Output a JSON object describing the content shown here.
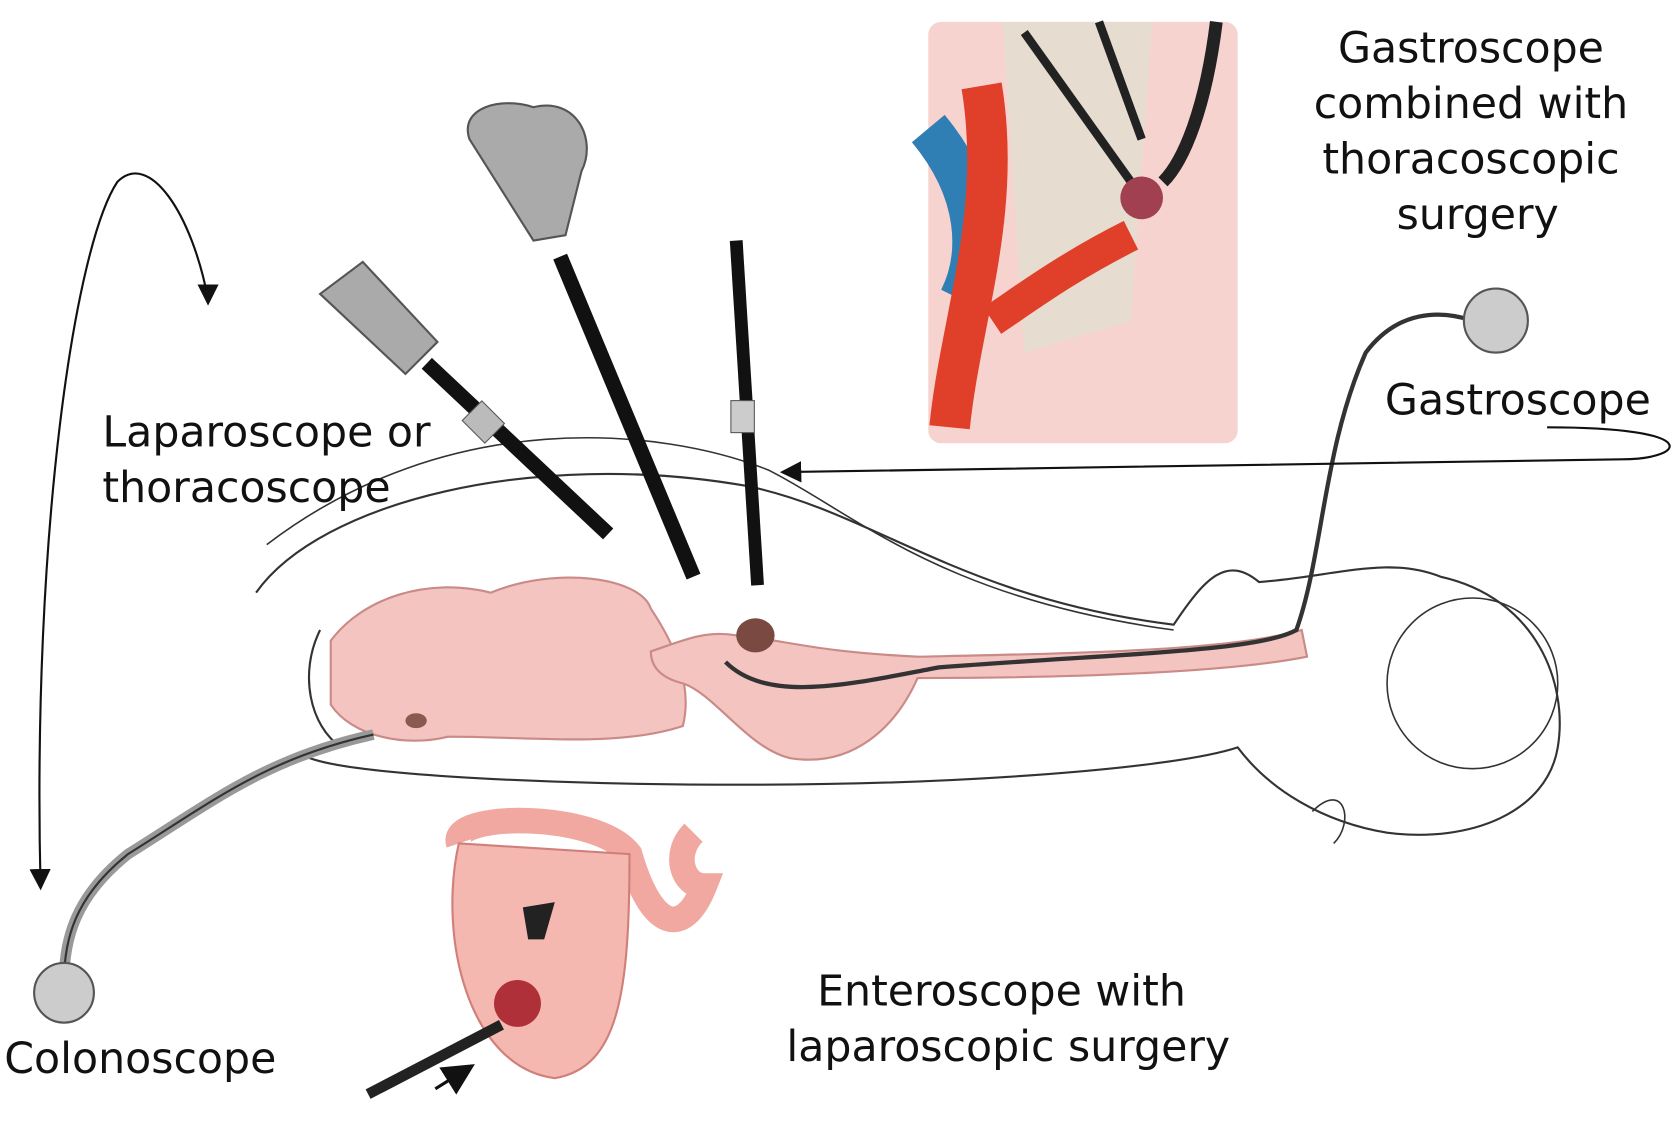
{
  "labels": {
    "gastro_thoraco": [
      "Gastroscope",
      "combined with",
      "thoracoscopic",
      "surgery"
    ],
    "gastroscope": "Gastroscope",
    "laparoscope": [
      "Laparoscope or",
      "thoracoscope"
    ],
    "enteroscope": [
      "Enteroscope with",
      "laparoscopic surgery"
    ],
    "colonoscope": "Colonoscope"
  },
  "colors": {
    "tissue": "#f4c4c0",
    "artery": "#e0402a",
    "vein": "#2f7fb5",
    "scope": "#111111",
    "device": "#a9a9a9"
  }
}
